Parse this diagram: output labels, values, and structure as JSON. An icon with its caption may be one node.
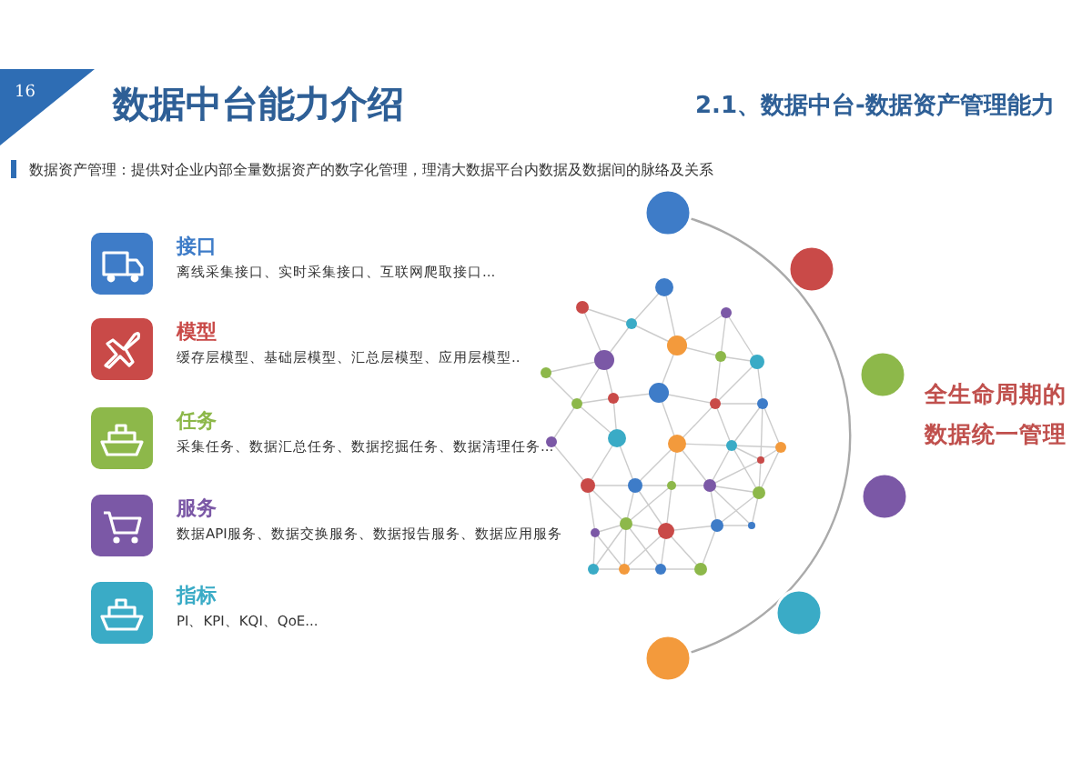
{
  "diagram": {
    "title": "数据中台能力介绍",
    "nodes": [
      {
        "text": [
          "接口",
          "离线采集接口、实时采集接口、互联网爬取接口..."
        ]
      },
      {
        "text": [
          "模型",
          "缓存层模型、基础层模型、汇总层模型、应用层模型.."
        ]
      },
      {
        "text": [
          "任务",
          "采集任务、数据汇总任务、数据挖掘任务、数据清理任务..."
        ]
      },
      {
        "text": [
          "服务",
          "数据API服务、数据交换服务、数据报告服务、数据应用服务"
        ]
      },
      {
        "text": [
          "指标",
          "PI、KPI、KQI、QoE..."
        ]
      }
    ],
    "labels": [
      "16",
      "2.1、数据中台-数据资产管理能力",
      "数据资产管理：提供对企业内部全量数据资产的数字化管理，理清大数据平台内数据及数据间的脉络及关系",
      "全生命周期的数据统一管理"
    ]
  }
}
